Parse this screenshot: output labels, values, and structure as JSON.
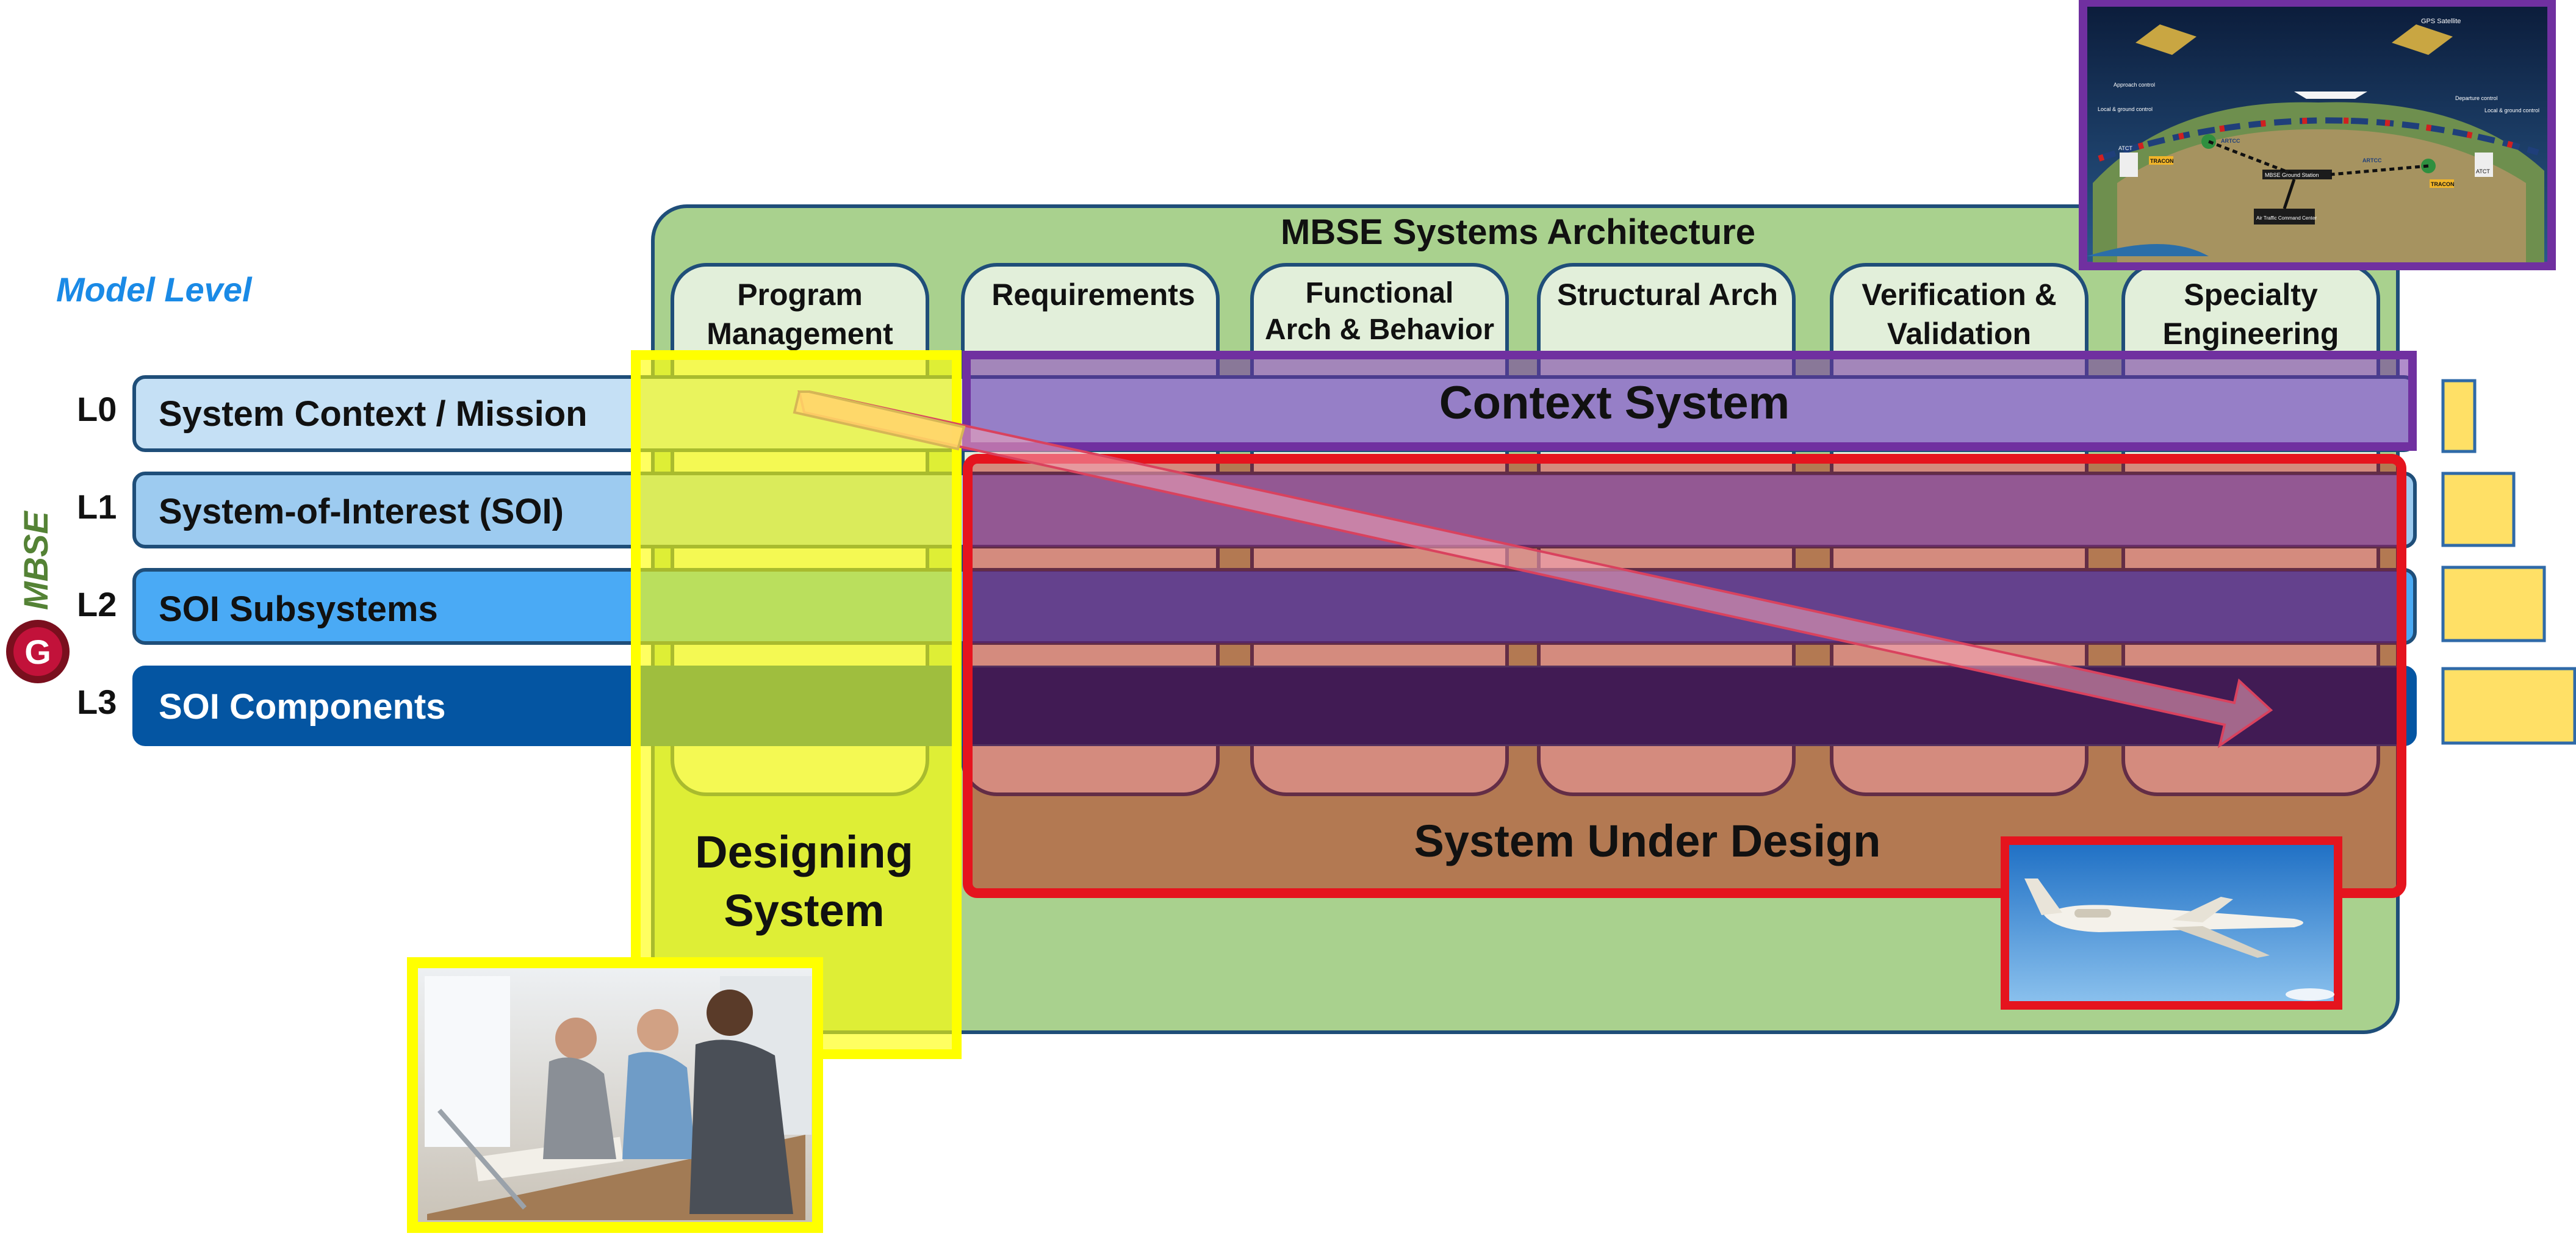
{
  "architecture": {
    "title": "MBSE Systems Architecture",
    "columns": [
      {
        "line1": "Program",
        "line2": "Management"
      },
      {
        "line1": "Requirements",
        "line2": ""
      },
      {
        "line1": "Functional",
        "line2": "Arch & Behavior"
      },
      {
        "line1": "Structural Arch",
        "line2": ""
      },
      {
        "line1": "Verification &",
        "line2": "Validation"
      },
      {
        "line1": "Specialty",
        "line2": "Engineering"
      }
    ]
  },
  "model_level": {
    "heading": "Model Level",
    "side_label": "MBSE",
    "logo_letter": "G",
    "levels": [
      {
        "code": "L0",
        "name": "System Context / Mission"
      },
      {
        "code": "L1",
        "name": "System-of-Interest (SOI)"
      },
      {
        "code": "L2",
        "name": "SOI Subsystems"
      },
      {
        "code": "L3",
        "name": "SOI Components"
      }
    ]
  },
  "overlays": {
    "context_system": "Context System",
    "system_under_design": "System Under Design",
    "designing_system": {
      "line1": "Designing",
      "line2": "System"
    }
  },
  "photos": {
    "gps_map": {
      "labels": [
        "GPS Satellite",
        "Approach control",
        "Departure control",
        "Local & ground control",
        "Local & ground control",
        "ATCT",
        "ATCT",
        "TRACON",
        "TRACON",
        "ARTCC",
        "ARTCC",
        "MBSE Ground Station",
        "Air Traffic Command Center"
      ]
    }
  },
  "colors": {
    "architecture_fill": "#a9d18e",
    "architecture_border": "#1f4e79",
    "level_fills": [
      "#c5e0f5",
      "#9dcbf0",
      "#4aaaf5",
      "#0455a2"
    ],
    "heading_blue": "#1a8ae6",
    "mbse_green": "#548235",
    "designing_yellow": "#ffff00",
    "context_purple": "#7030a0",
    "design_red": "#e5141e"
  }
}
